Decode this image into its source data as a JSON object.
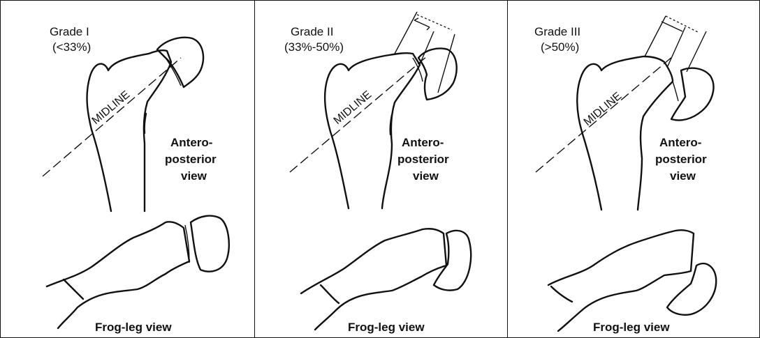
{
  "panels": [
    {
      "grade": "Grade I",
      "percent": "(<33%)",
      "midline": "MIDLINE",
      "view_line1": "Antero-",
      "view_line2": "posterior",
      "view_line3": "view",
      "frog": "Frog-leg view"
    },
    {
      "grade": "Grade II",
      "percent": "(33%-50%)",
      "midline": "MIDLINE",
      "view_line1": "Antero-",
      "view_line2": "posterior",
      "view_line3": "view",
      "frog": "Frog-leg view"
    },
    {
      "grade": "Grade III",
      "percent": "(>50%)",
      "midline": "MIDLINE",
      "view_line1": "Antero-",
      "view_line2": "posterior",
      "view_line3": "view",
      "frog": "Frog-leg view"
    }
  ]
}
